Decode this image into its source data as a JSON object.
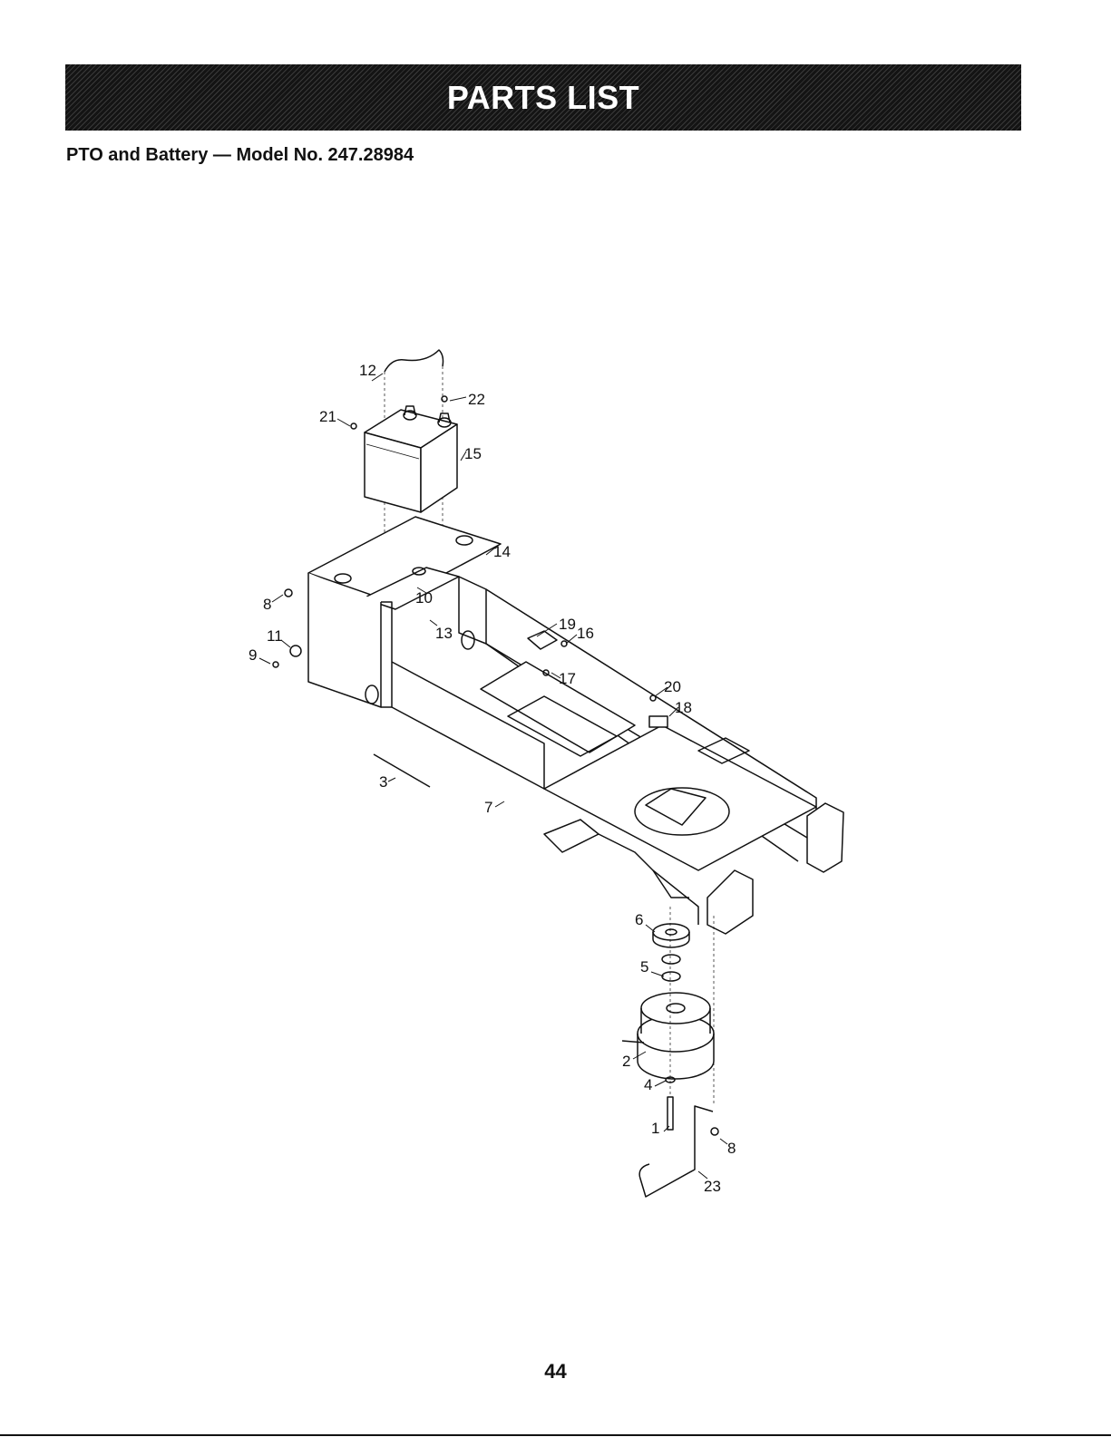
{
  "header": {
    "banner_title": "PARTS LIST",
    "subtitle": "PTO and Battery — Model No. 247.28984"
  },
  "diagram": {
    "callouts": [
      "1",
      "2",
      "3",
      "4",
      "5",
      "6",
      "7",
      "8",
      "8",
      "9",
      "10",
      "11",
      "12",
      "13",
      "14",
      "15",
      "16",
      "17",
      "18",
      "19",
      "20",
      "21",
      "22",
      "23"
    ]
  },
  "footer": {
    "page_number": "44"
  }
}
